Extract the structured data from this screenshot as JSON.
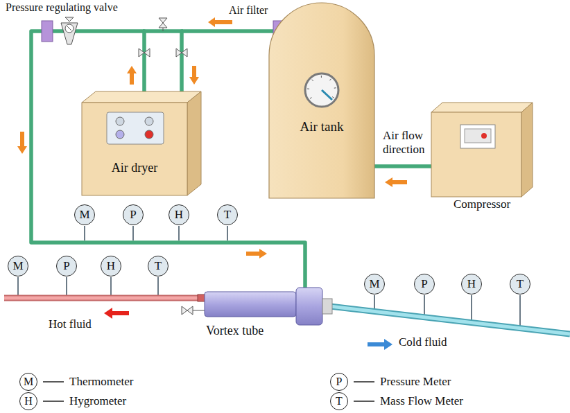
{
  "diagram": {
    "nodes": [
      {
        "text": [
          "Air tank"
        ]
      },
      {
        "text": [
          "Air dryer"
        ]
      },
      {
        "text": [
          "Compressor"
        ]
      },
      {
        "text": [
          "M"
        ]
      },
      {
        "text": [
          "P"
        ]
      },
      {
        "text": [
          "H"
        ]
      },
      {
        "text": [
          "T"
        ]
      },
      {
        "text": [
          "M"
        ]
      },
      {
        "text": [
          "P"
        ]
      },
      {
        "text": [
          "H"
        ]
      },
      {
        "text": [
          "T"
        ]
      },
      {
        "text": [
          "Vortex tube"
        ]
      },
      {
        "text": [
          "M"
        ]
      },
      {
        "text": [
          "P"
        ]
      },
      {
        "text": [
          "H"
        ]
      },
      {
        "text": [
          "T"
        ]
      }
    ],
    "edges": [
      {
        "from": 2,
        "to": 0,
        "arrow": "none"
      },
      {
        "from": 0,
        "to": 1,
        "arrow": "none"
      },
      {
        "from": 1,
        "to": 11,
        "arrow": "none"
      }
    ],
    "labels": [
      "Pressure regulating valve",
      "Air filter",
      "Air flow direction",
      "Hot fluid",
      "Cold fluid",
      "M",
      "P",
      "H",
      "T"
    ],
    "legend": [
      {
        "text": "Thermometer"
      },
      {
        "text": "Pressure Meter"
      },
      {
        "text": "Hygrometer"
      },
      {
        "text": "Mass Flow Meter"
      }
    ]
  }
}
